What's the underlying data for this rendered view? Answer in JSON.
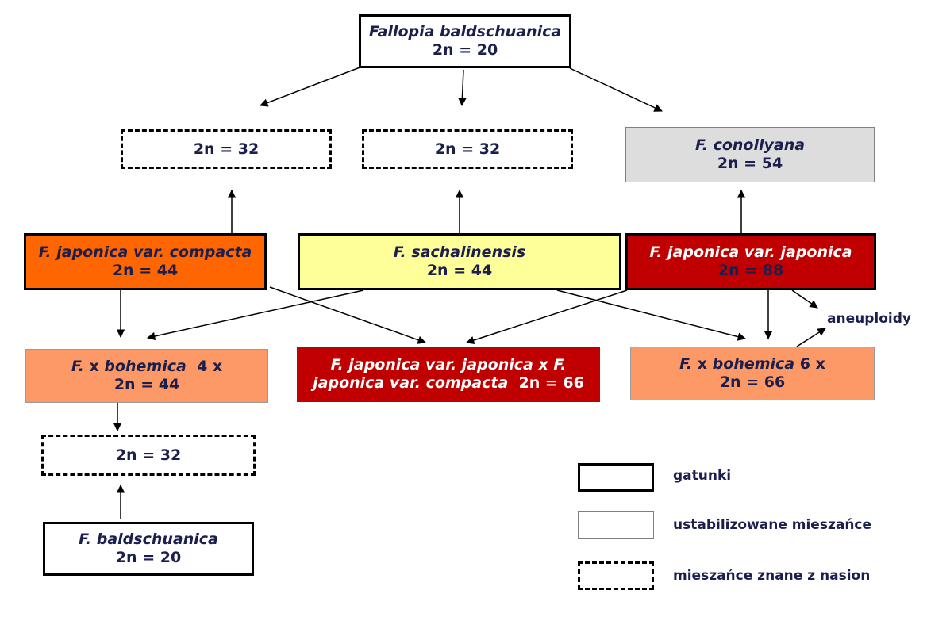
{
  "colors": {
    "orange": "#ff6600",
    "pale_yellow": "#ffff99",
    "dark_red": "#c00000",
    "salmon": "#fc9966",
    "light_gray": "#dddddd",
    "text_navy": "#1a1f4e"
  },
  "nodes": {
    "fallopia": {
      "name": "Fallopia baldschuanica",
      "ploidy": "2n = 20"
    },
    "seed_left": {
      "ploidy": "2n = 32"
    },
    "seed_mid": {
      "ploidy": "2n = 32"
    },
    "conollyana": {
      "name": "F. conollyana",
      "ploidy": "54"
    },
    "compacta": {
      "name": "F. japonica var. compacta",
      "ploidy": "2n = 44"
    },
    "sachalinensis": {
      "name": "F. sachalinensis",
      "ploidy": "2n = 44"
    },
    "japonica": {
      "name": "F. japonica var. japonica",
      "ploidy": "2n = 88"
    },
    "aneuploidy": {
      "label": "aneuploidy"
    },
    "bohemica4": {
      "name_a": "F.",
      "name_b": "x",
      "name_c": "bohemica",
      "name_d": "4 x",
      "ploidy": "2n = 44"
    },
    "hybrid_mid": {
      "line1_a": "F. japonica var. japonica",
      "line1_b": "x F.",
      "line2_a": "japonica var. compacta",
      "line2_b": "2n = 66"
    },
    "bohemica6": {
      "name_a": "F.",
      "name_b": "x",
      "name_c": "bohemica",
      "name_d": "6 x",
      "ploidy": "2n = 66"
    },
    "seed_bottom": {
      "ploidy": "2n = 32"
    },
    "baldschuanica": {
      "name": "F. baldschuanica",
      "ploidy": "2n = 20"
    }
  },
  "legend": {
    "species": "gatunki",
    "stable": "ustabilizowane mieszańce",
    "seeds": "mieszańce znane z nasion"
  }
}
